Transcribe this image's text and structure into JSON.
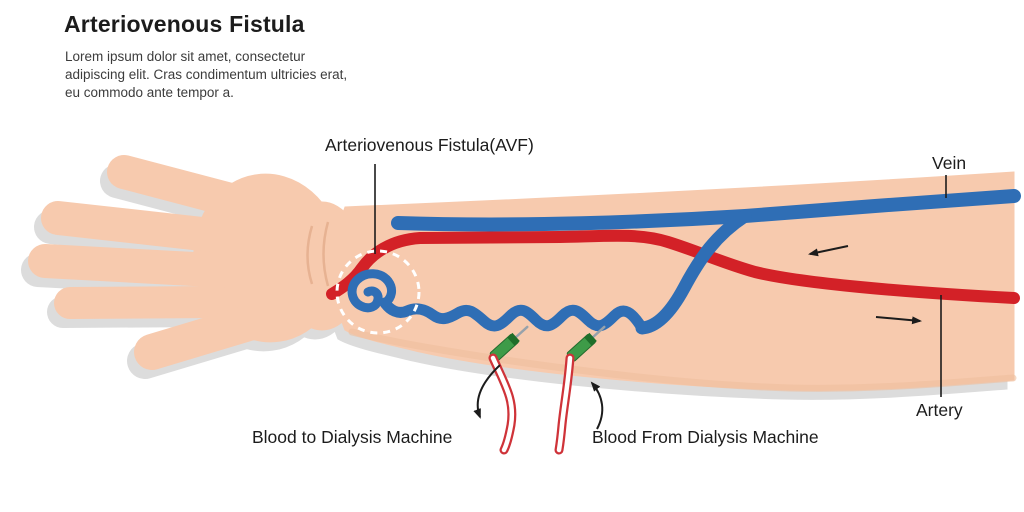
{
  "header": {
    "title": "Arteriovenous Fistula",
    "description": "Lorem ipsum dolor sit amet, consectetur adipiscing elit. Cras condimentum ultricies erat, eu commodo ante tempor a."
  },
  "diagram": {
    "labels": {
      "avf": "Arteriovenous Fistula(AVF)",
      "vein": "Vein",
      "artery": "Artery",
      "blood_to_machine": "Blood to Dialysis Machine",
      "blood_from_machine": "Blood From Dialysis Machine"
    },
    "colors": {
      "skin": "#f7caae",
      "skin_shadow": "#dcdcdc",
      "skin_shade": "#efbe9d",
      "vein_blue": "#2f6eb5",
      "artery_red": "#d32127",
      "needle_green": "#3e9b48",
      "needle_green_dark": "#1f6e2a",
      "tube_red": "#cf3339",
      "text_dark": "#1c1c1c"
    }
  }
}
